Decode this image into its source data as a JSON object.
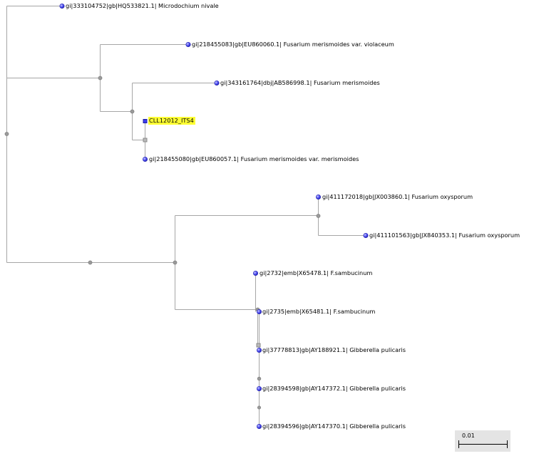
{
  "tree": {
    "leaves": [
      {
        "id": "l1",
        "label": "gi|333104752|gb|HQ533821.1| Microdochium nivale",
        "highlight": false
      },
      {
        "id": "l2",
        "label": "gi|218455083|gb|EU860060.1| Fusarium merismoides var. violaceum",
        "highlight": false
      },
      {
        "id": "l3",
        "label": "gi|343161764|dbj|AB586998.1| Fusarium merismoides",
        "highlight": false
      },
      {
        "id": "l4",
        "label": "CLL12012_ITS4",
        "highlight": true
      },
      {
        "id": "l5",
        "label": "gi|218455080|gb|EU860057.1| Fusarium merismoides var. merismoides",
        "highlight": false
      },
      {
        "id": "l6",
        "label": "gi|411172018|gb|JX003860.1| Fusarium oxysporum",
        "highlight": false
      },
      {
        "id": "l7",
        "label": "gi|411101563|gb|JX840353.1| Fusarium oxysporum",
        "highlight": false
      },
      {
        "id": "l8",
        "label": "gi|2732|emb|X65478.1| F.sambucinum",
        "highlight": false
      },
      {
        "id": "l9",
        "label": "gi|2735|emb|X65481.1| F.sambucinum",
        "highlight": false
      },
      {
        "id": "l10",
        "label": "gi|37778813|gb|AY188921.1| Gibberella pulicaris",
        "highlight": false
      },
      {
        "id": "l11",
        "label": "gi|28394598|gb|AY147372.1| Gibberella pulicaris",
        "highlight": false
      },
      {
        "id": "l12",
        "label": "gi|28394596|gb|AY147370.1| Gibberella pulicaris",
        "highlight": false
      }
    ],
    "highlight_color": "#ffff33",
    "leaf_color": "#3d3df0",
    "branch_color": "#a6a6a6"
  },
  "scale_bar": {
    "label": "0.01"
  }
}
